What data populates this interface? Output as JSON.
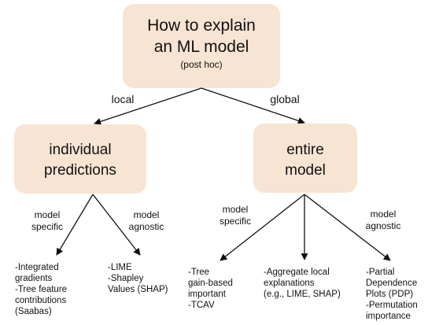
{
  "root": {
    "title_line1": "How to explain",
    "title_line2": "an ML model",
    "subtitle": "(post hoc)"
  },
  "edges": {
    "local": "local",
    "global": "global"
  },
  "individual": {
    "line1": "individual",
    "line2": "predictions",
    "specific_line1": "model",
    "specific_line2": "specific",
    "agnostic_line1": "model",
    "agnostic_line2": "agnostic",
    "leaf_specific": [
      "-Integrated",
      "gradients",
      "-Tree feature",
      "contributions",
      "(Saabas)"
    ],
    "leaf_agnostic": [
      "-LIME",
      "-Shapley",
      "Values (SHAP)"
    ]
  },
  "entire": {
    "line1": "entire",
    "line2": "model",
    "specific_line1": "model",
    "specific_line2": "specific",
    "agnostic_line1": "model",
    "agnostic_line2": "agnostic",
    "leaf_specific": [
      "-Tree",
      "gain-based",
      "important",
      "-TCAV"
    ],
    "leaf_middle": [
      "-Aggregate local",
      "explanations",
      "(e.g., LIME, SHAP)"
    ],
    "leaf_agnostic": [
      "-Partial",
      "Dependence",
      "Plots (PDP)",
      "-Permutation",
      "importance"
    ]
  }
}
